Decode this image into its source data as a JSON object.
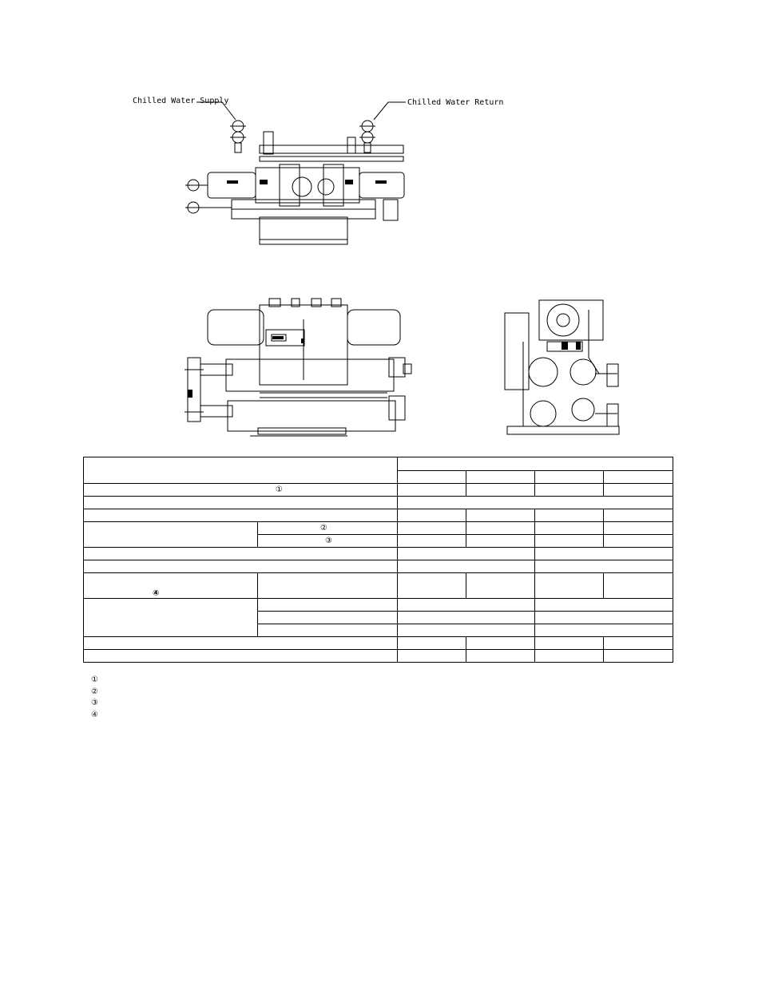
{
  "figures": {
    "top_view": {
      "labels": {
        "supply": "Chilled Water Supply",
        "return": "Chilled Water Return"
      }
    }
  },
  "spec_table": {
    "markers": {
      "row_capacity": "①",
      "row_voltage": "②",
      "row_current": "③",
      "row_weight": "④"
    }
  },
  "footnotes": [
    {
      "marker": "①",
      "text": ""
    },
    {
      "marker": "②",
      "text": ""
    },
    {
      "marker": "③",
      "text": ""
    },
    {
      "marker": "④",
      "text": ""
    }
  ]
}
